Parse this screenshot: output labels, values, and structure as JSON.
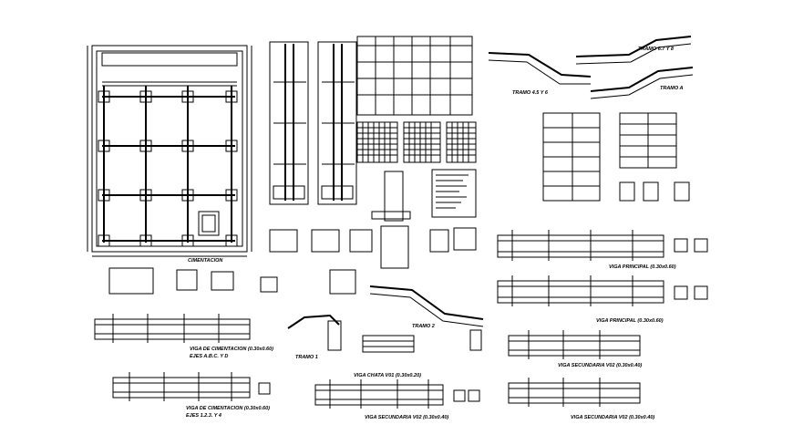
{
  "drawing": {
    "background": "#ffffff",
    "line_color": "#000000",
    "labels": {
      "cimentacion": "CIMENTACION",
      "tramo_67": "TRAMO 6.7  Y  8",
      "tramo_45": "TRAMO  4.5  Y  6",
      "tramo_a": "TRAMO  A",
      "viga_principal_1": "VIGA PRINCIPAL (0.30x0.60)",
      "viga_principal_2": "VIGA PRINCIPAL (0.30x0.60)",
      "viga_cim_1a": "VIGA DE CIMENTACION (0.30x0.60)",
      "viga_cim_1b": "EJES  A.B.C.  Y  D",
      "viga_cim_2a": "VIGA DE CIMENTACION (0.30x0.60)",
      "viga_cim_2b": "EJES  1.2.3.  Y  4",
      "tramo_1": "TRAMO  1",
      "tramo_2": "TRAMO  2",
      "viga_chata": "VIGA CHATA  V01  (0.30x0.20)",
      "viga_sec_1": "VIGA SECUNDARIA  V02  (0.30x0.40)",
      "viga_sec_2": "VIGA SECUNDARIA  V02  (0.30x0.40)",
      "viga_sec_3": "VIGA SECUNDARIA  V02  (0.30x0.40)"
    }
  }
}
